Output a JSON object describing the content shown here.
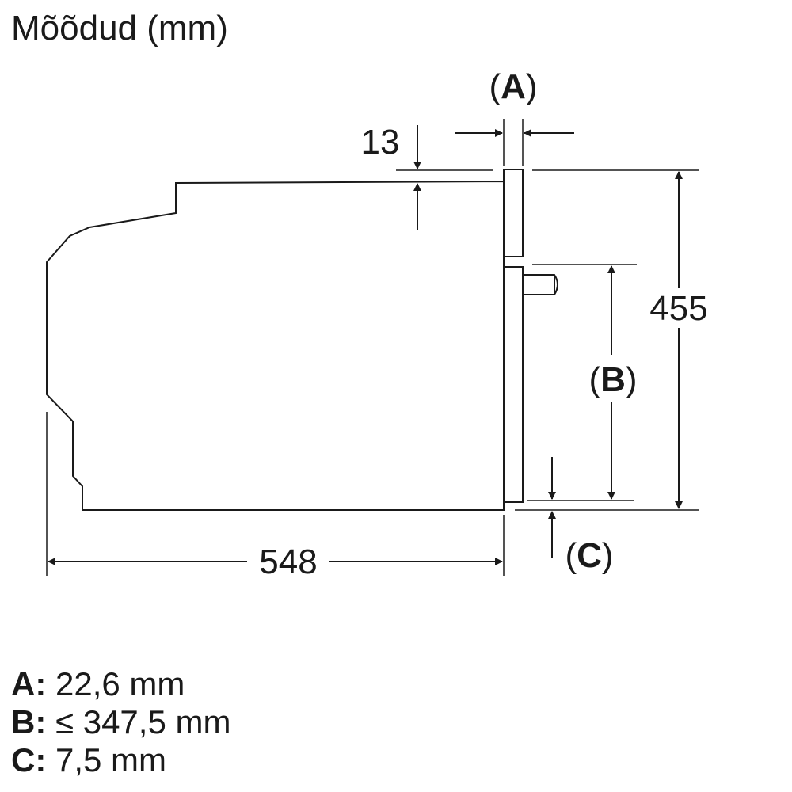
{
  "title": "Mõõdud (mm)",
  "dimensions": {
    "depth": "548",
    "height": "455",
    "top_offset": "13",
    "label_a": "A",
    "label_b": "B",
    "label_c": "C"
  },
  "legend": [
    {
      "key": "A:",
      "value": "22,6 mm"
    },
    {
      "key": "B:",
      "value": "≤ 347,5 mm"
    },
    {
      "key": "C:",
      "value": "7,5 mm"
    }
  ]
}
